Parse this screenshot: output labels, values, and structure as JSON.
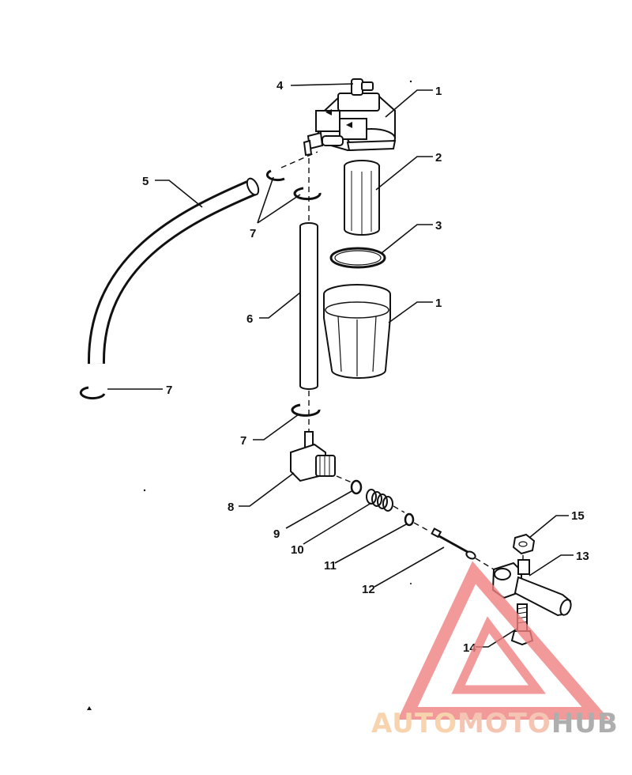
{
  "callouts": [
    {
      "id": "c4",
      "label": "4"
    },
    {
      "id": "c1a",
      "label": "1"
    },
    {
      "id": "c2",
      "label": "2"
    },
    {
      "id": "c3",
      "label": "3"
    },
    {
      "id": "c1b",
      "label": "1"
    },
    {
      "id": "c5",
      "label": "5"
    },
    {
      "id": "c7a",
      "label": "7"
    },
    {
      "id": "c6",
      "label": "6"
    },
    {
      "id": "c7b",
      "label": "7"
    },
    {
      "id": "c7c",
      "label": "7"
    },
    {
      "id": "c8",
      "label": "8"
    },
    {
      "id": "c9",
      "label": "9"
    },
    {
      "id": "c10",
      "label": "10"
    },
    {
      "id": "c11",
      "label": "11"
    },
    {
      "id": "c12",
      "label": "12"
    },
    {
      "id": "c15",
      "label": "15"
    },
    {
      "id": "c13",
      "label": "13"
    },
    {
      "id": "c14",
      "label": "14"
    }
  ],
  "watermark": {
    "auto": "AUTO",
    "moto": "MOTO",
    "hub": "HUB",
    "color_auto": "#f6c99a",
    "color_moto": "#f3b7a2",
    "color_hub": "#9a9a9a",
    "color_triangle": "#f08080"
  },
  "icons": {
    "logo": "triangle-logo-icon"
  }
}
